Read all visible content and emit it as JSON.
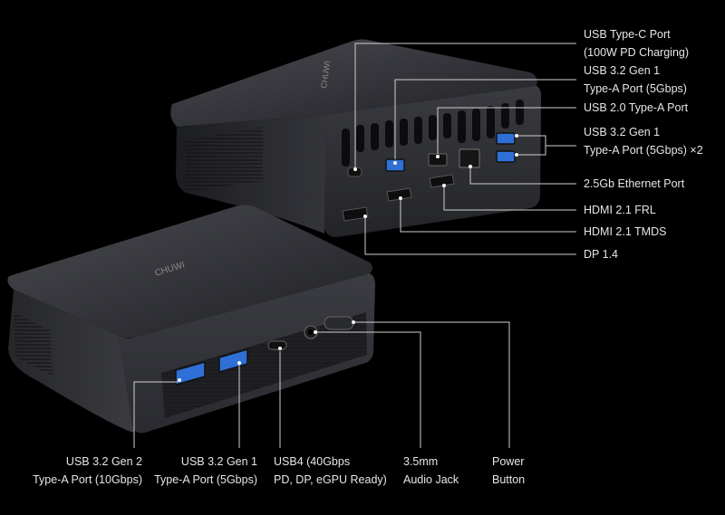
{
  "brand": {
    "logo_text": "CHUWI"
  },
  "colors": {
    "background": "#000000",
    "label_text": "#e6e6e6",
    "leader_line": "#cfcfcf",
    "usb_blue": "#2f6fd6"
  },
  "rear_ports": {
    "usb_c": {
      "line1": "USB Type-C Port",
      "line2": "(100W PD Charging)"
    },
    "usb32_gen1_a": {
      "line1": "USB 3.2 Gen 1",
      "line2": "Type-A Port (5Gbps)"
    },
    "usb20_a": {
      "line1": "USB 2.0 Type-A Port"
    },
    "usb32_gen1_x2": {
      "line1": "USB 3.2 Gen 1",
      "line2": "Type-A Port (5Gbps) ×2"
    },
    "ethernet": {
      "line1": "2.5Gb Ethernet Port"
    },
    "hdmi_frl": {
      "line1": "HDMI 2.1 FRL"
    },
    "hdmi_tmds": {
      "line1": "HDMI 2.1 TMDS"
    },
    "dp": {
      "line1": "DP 1.4"
    }
  },
  "front_ports": {
    "usb32_gen2_a": {
      "line1": "USB 3.2 Gen 2",
      "line2": "Type-A Port (10Gbps)"
    },
    "usb32_gen1_a": {
      "line1": "USB 3.2 Gen 1",
      "line2": "Type-A Port (5Gbps)"
    },
    "usb4": {
      "line1": "USB4 (40Gbps",
      "line2": "PD, DP, eGPU Ready)"
    },
    "audio": {
      "line1": "3.5mm",
      "line2": "Audio Jack"
    },
    "power": {
      "line1": "Power",
      "line2": "Button"
    }
  }
}
